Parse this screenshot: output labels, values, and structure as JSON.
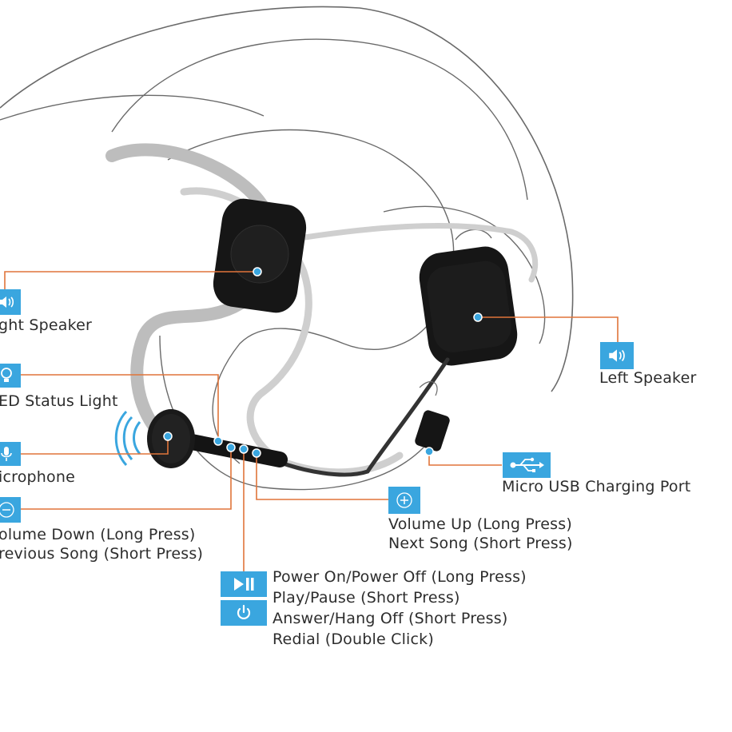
{
  "colors": {
    "accent": "#3aa6df",
    "leader_line": "#e0743a",
    "helmet_outline": "#555555",
    "helmet_liner": "#bdbdbd",
    "device": "#161616"
  },
  "labels": {
    "right_speaker": "ght Speaker",
    "left_speaker": "Left Speaker",
    "led_status": "ED Status Light",
    "microphone": "icrophone",
    "micro_usb": "Micro USB Charging Port",
    "volume_down": [
      "olume Down (Long Press)",
      "revious Song (Short Press)"
    ],
    "volume_up": [
      "Volume Up (Long Press)",
      "Next Song (Short Press)"
    ],
    "power": [
      "Power On/Power Off (Long Press)",
      "Play/Pause (Short Press)",
      "Answer/Hang Off (Short Press)",
      "Redial (Double Click)"
    ]
  },
  "icons": {
    "right_speaker": "speaker-icon",
    "left_speaker": "speaker-icon",
    "led_status": "bulb-icon",
    "microphone": "microphone-icon",
    "micro_usb": "usb-icon",
    "volume_down": "minus-icon",
    "volume_up": "plus-icon",
    "play_pause": "play-pause-icon",
    "power": "power-icon"
  }
}
